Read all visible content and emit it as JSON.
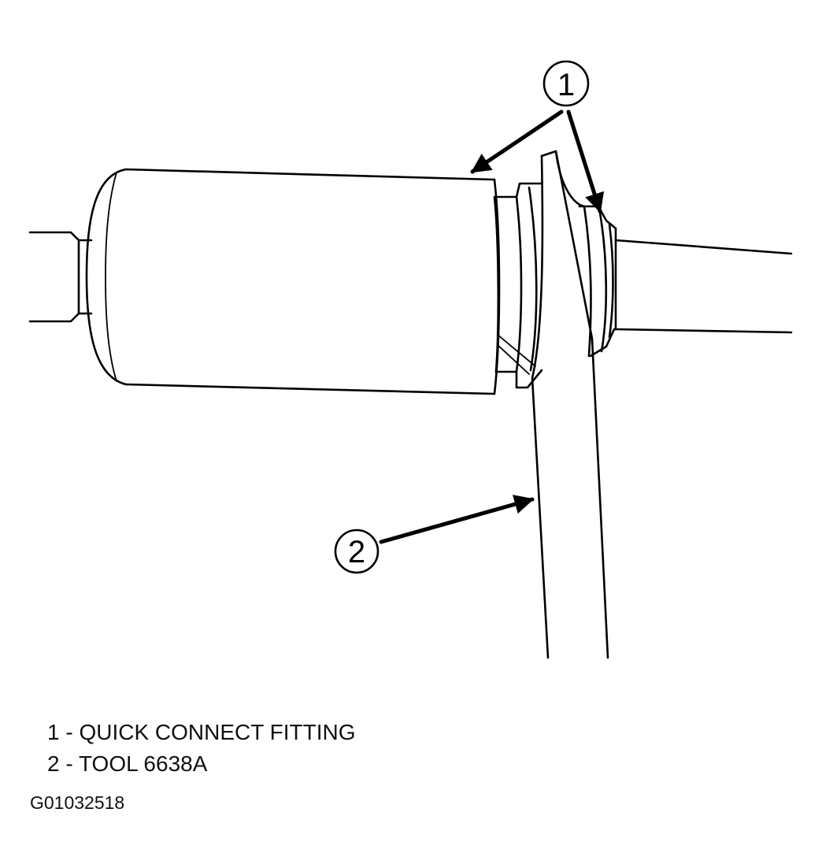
{
  "callouts": [
    {
      "number": "1"
    },
    {
      "number": "2"
    }
  ],
  "legend": [
    {
      "text": "1 - QUICK CONNECT FITTING"
    },
    {
      "text": "2 - TOOL 6638A"
    }
  ],
  "figure_id": "G01032518",
  "colors": {
    "line": "#000000",
    "background": "#ffffff"
  }
}
